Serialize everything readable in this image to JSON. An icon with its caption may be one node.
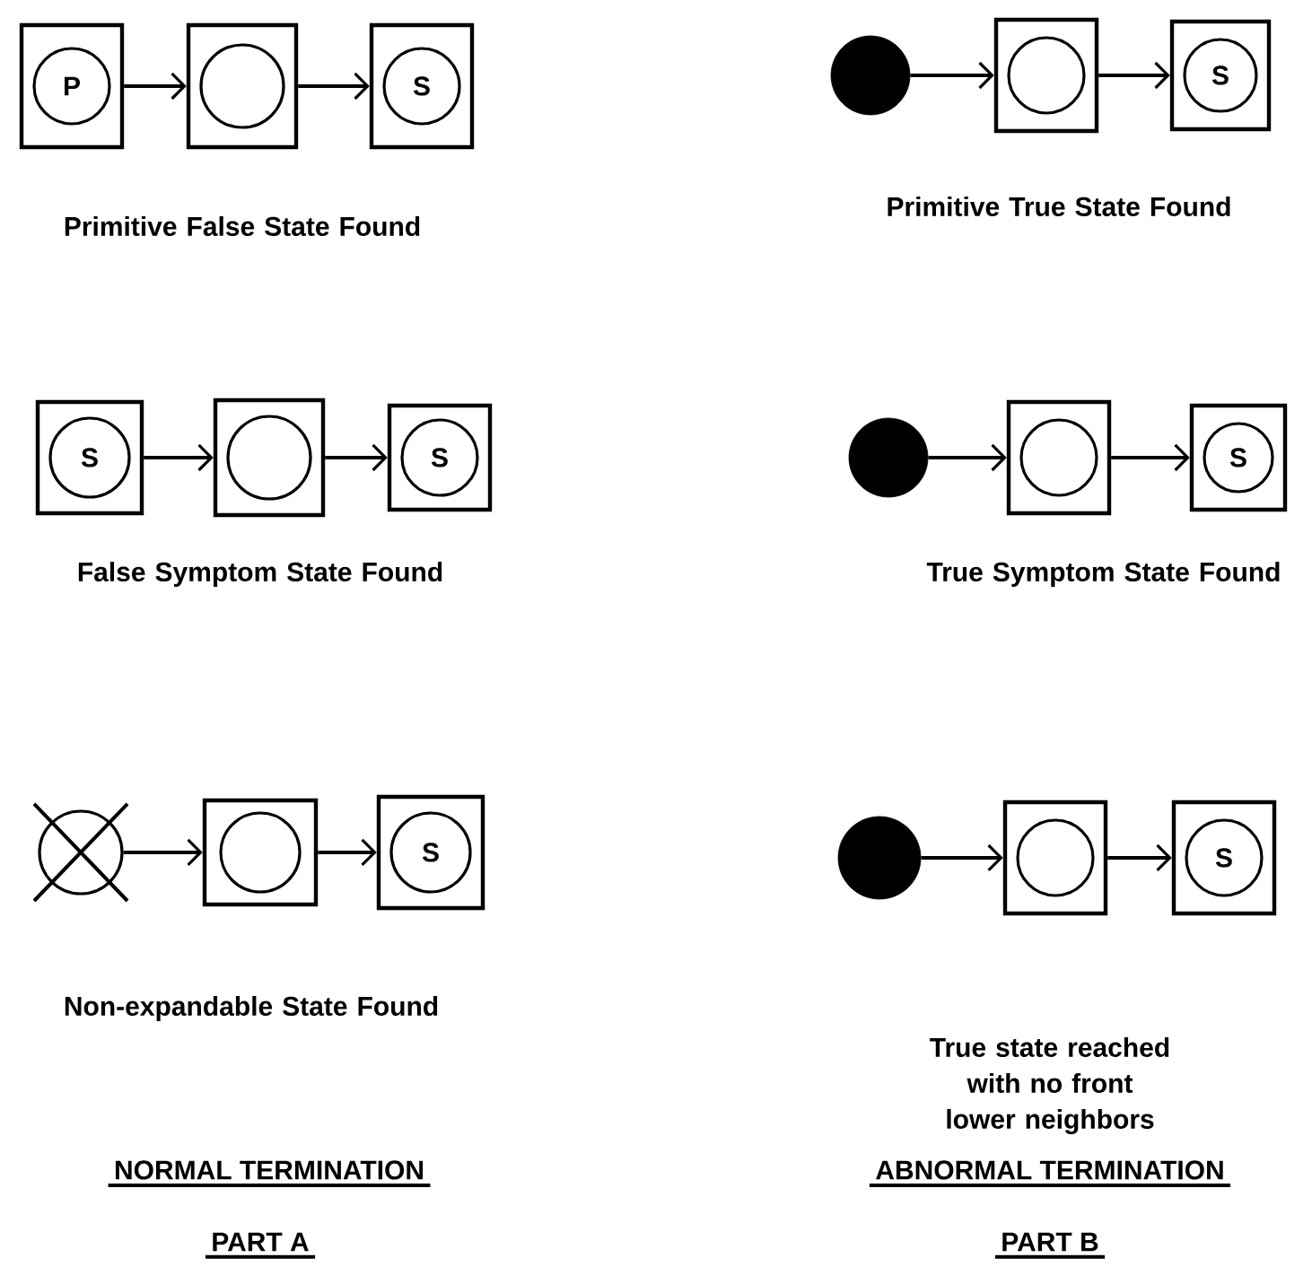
{
  "diagram": {
    "nodes": [
      {
        "text": [],
        "shape": "box"
      },
      {
        "text": [
          "P"
        ],
        "in": 0
      },
      {
        "text": [],
        "shape": "box"
      },
      {
        "text": [],
        "shape": "circle",
        "in": 2
      },
      {
        "text": [],
        "shape": "box"
      },
      {
        "text": [
          "S"
        ],
        "in": 4
      },
      {
        "text": [],
        "shape": "disc"
      },
      {
        "text": [],
        "shape": "box"
      },
      {
        "text": [],
        "shape": "circle",
        "in": 7
      },
      {
        "text": [],
        "shape": "box"
      },
      {
        "text": [
          "S"
        ],
        "in": 9
      },
      {
        "text": [],
        "shape": "box"
      },
      {
        "text": [
          "S"
        ],
        "in": 11
      },
      {
        "text": [],
        "shape": "box"
      },
      {
        "text": [],
        "shape": "circle",
        "in": 13
      },
      {
        "text": [],
        "shape": "box"
      },
      {
        "text": [
          "S"
        ],
        "in": 15
      },
      {
        "text": [],
        "shape": "disc"
      },
      {
        "text": [],
        "shape": "box"
      },
      {
        "text": [],
        "shape": "circle",
        "in": 18
      },
      {
        "text": [],
        "shape": "box"
      },
      {
        "text": [
          "S"
        ],
        "in": 20
      },
      {
        "text": [],
        "shape": "cross"
      },
      {
        "text": [],
        "shape": "box"
      },
      {
        "text": [],
        "shape": "circle",
        "in": 23
      },
      {
        "text": [],
        "shape": "box"
      },
      {
        "text": [
          "S"
        ],
        "in": 25
      },
      {
        "text": [],
        "shape": "disc"
      },
      {
        "text": [],
        "shape": "box"
      },
      {
        "text": [],
        "shape": "circle",
        "in": 28
      },
      {
        "text": [],
        "shape": "box"
      },
      {
        "text": [
          "S"
        ],
        "in": 30
      }
    ],
    "edges": [
      {
        "from": 0,
        "to": 2,
        "arrow": "to"
      },
      {
        "from": 2,
        "to": 4,
        "arrow": "to"
      },
      {
        "from": 6,
        "to": 7,
        "arrow": "to"
      },
      {
        "from": 7,
        "to": 9,
        "arrow": "to"
      },
      {
        "from": 11,
        "to": 13,
        "arrow": "to"
      },
      {
        "from": 13,
        "to": 15,
        "arrow": "to"
      },
      {
        "from": 17,
        "to": 18,
        "arrow": "to"
      },
      {
        "from": 18,
        "to": 20,
        "arrow": "to"
      },
      {
        "from": 22,
        "to": 23,
        "arrow": "to"
      },
      {
        "from": 23,
        "to": 25,
        "arrow": "to"
      },
      {
        "from": 27,
        "to": 28,
        "arrow": "to"
      },
      {
        "from": 28,
        "to": 30,
        "arrow": "to"
      }
    ],
    "labels": [
      "Primitive False State Found",
      "Primitive True State Found",
      "False Symptom State Found",
      "True Symptom State Found",
      "Non-expandable State Found",
      "True state reached with no front lower neighbors",
      "NORMAL TERMINATION",
      "ABNORMAL TERMINATION",
      "PART A",
      "PART B"
    ]
  }
}
